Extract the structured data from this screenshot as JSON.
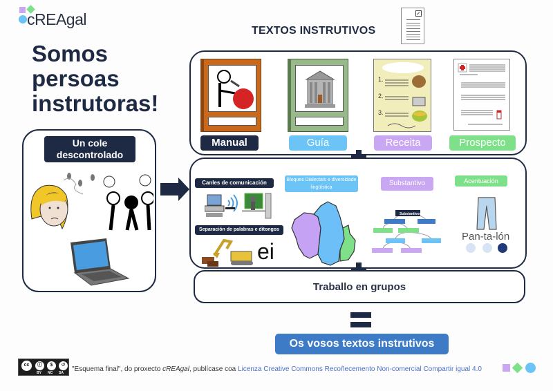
{
  "brand": {
    "name": "cREAgal"
  },
  "headline": {
    "line1": "Somos",
    "line2": "persoas",
    "line3": "instrutoras!"
  },
  "top_section": {
    "title": "TEXTOS INSTRUTIVOS",
    "title_icon": "document-checklist-icon",
    "types": [
      {
        "label": "Manual",
        "color": "#1e2a44",
        "text_color": "#ffffff",
        "icon": "manual-book-icon"
      },
      {
        "label": "Guía",
        "color": "#6cc4f6",
        "text_color": "#ffffff",
        "icon": "guide-book-icon"
      },
      {
        "label": "Receita",
        "color": "#c9a7f2",
        "text_color": "#ffffff",
        "icon": "recipe-icon"
      },
      {
        "label": "Prospecto",
        "color": "#7fe08a",
        "text_color": "#ffffff",
        "icon": "medical-leaflet-icon"
      }
    ]
  },
  "left_section": {
    "title_line1": "Un cole",
    "title_line2": "descontrolado",
    "icons": [
      "frustrated-teacher-icon",
      "flies-icon",
      "people-talking-icon",
      "laptop-icon"
    ]
  },
  "middle_section": {
    "topics": [
      {
        "label": "Canles de comunicación",
        "color": "#1e2a44"
      },
      {
        "label": "Separación de palabras e ditongos",
        "color": "#1e2a44",
        "example": "ei"
      },
      {
        "label": "Bloques Dialectais e diversidade lingüística",
        "color": "#6cc4f6"
      },
      {
        "label": "Substantivo",
        "color": "#c9a7f2"
      },
      {
        "label": "Acentuación",
        "color": "#7fe08a",
        "example": "Pan-ta-lón"
      }
    ],
    "substantive_tree_root": "Substantivos"
  },
  "group_work": {
    "label": "Traballo en grupos"
  },
  "result": {
    "label": "Os vosos textos instrutivos"
  },
  "footer": {
    "license_prefix": "\"Esquema final\", do proxecto ",
    "project": "cREAgal",
    "license_mid": ", publícase coa ",
    "license_link": "Licenza Creative Commons Recoñecemento Non-comercial Compartir igual 4.0",
    "cc_labels": [
      "BY",
      "NC",
      "SA"
    ]
  },
  "colors": {
    "navy": "#1e2a44",
    "blue": "#3d7bc6",
    "sky": "#6cc4f6",
    "lilac": "#c9a7f2",
    "green": "#7fe08a"
  }
}
